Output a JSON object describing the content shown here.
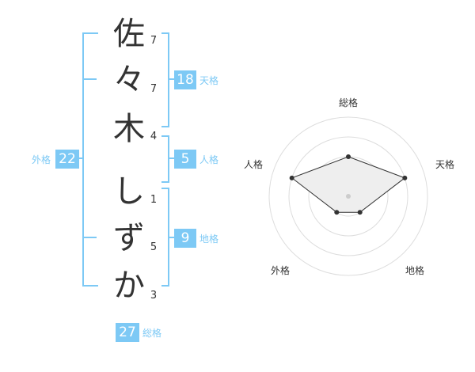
{
  "name": {
    "chars": [
      {
        "char": "佐",
        "strokes": "7"
      },
      {
        "char": "々",
        "strokes": "7"
      },
      {
        "char": "木",
        "strokes": "4"
      },
      {
        "char": "し",
        "strokes": "1"
      },
      {
        "char": "ず",
        "strokes": "5"
      },
      {
        "char": "か",
        "strokes": "3"
      }
    ]
  },
  "fortune": {
    "tenkaku": {
      "value": "18",
      "label": "天格"
    },
    "jinkaku": {
      "value": "5",
      "label": "人格"
    },
    "chikaku": {
      "value": "9",
      "label": "地格"
    },
    "gaikaku": {
      "value": "22",
      "label": "外格"
    },
    "soukaku": {
      "value": "27",
      "label": "総格"
    }
  },
  "radar": {
    "labels": {
      "top": "総格",
      "right": "天格",
      "bottom_right": "地格",
      "bottom_left": "外格",
      "left": "人格"
    },
    "levels": 4,
    "scores": {
      "総格": 2,
      "天格": 3,
      "地格": 1,
      "外格": 1,
      "人格": 3
    }
  },
  "colors": {
    "accent": "#7dc9f5",
    "text": "#333333",
    "ring": "#dddddd",
    "fill": "#eeeeee"
  }
}
